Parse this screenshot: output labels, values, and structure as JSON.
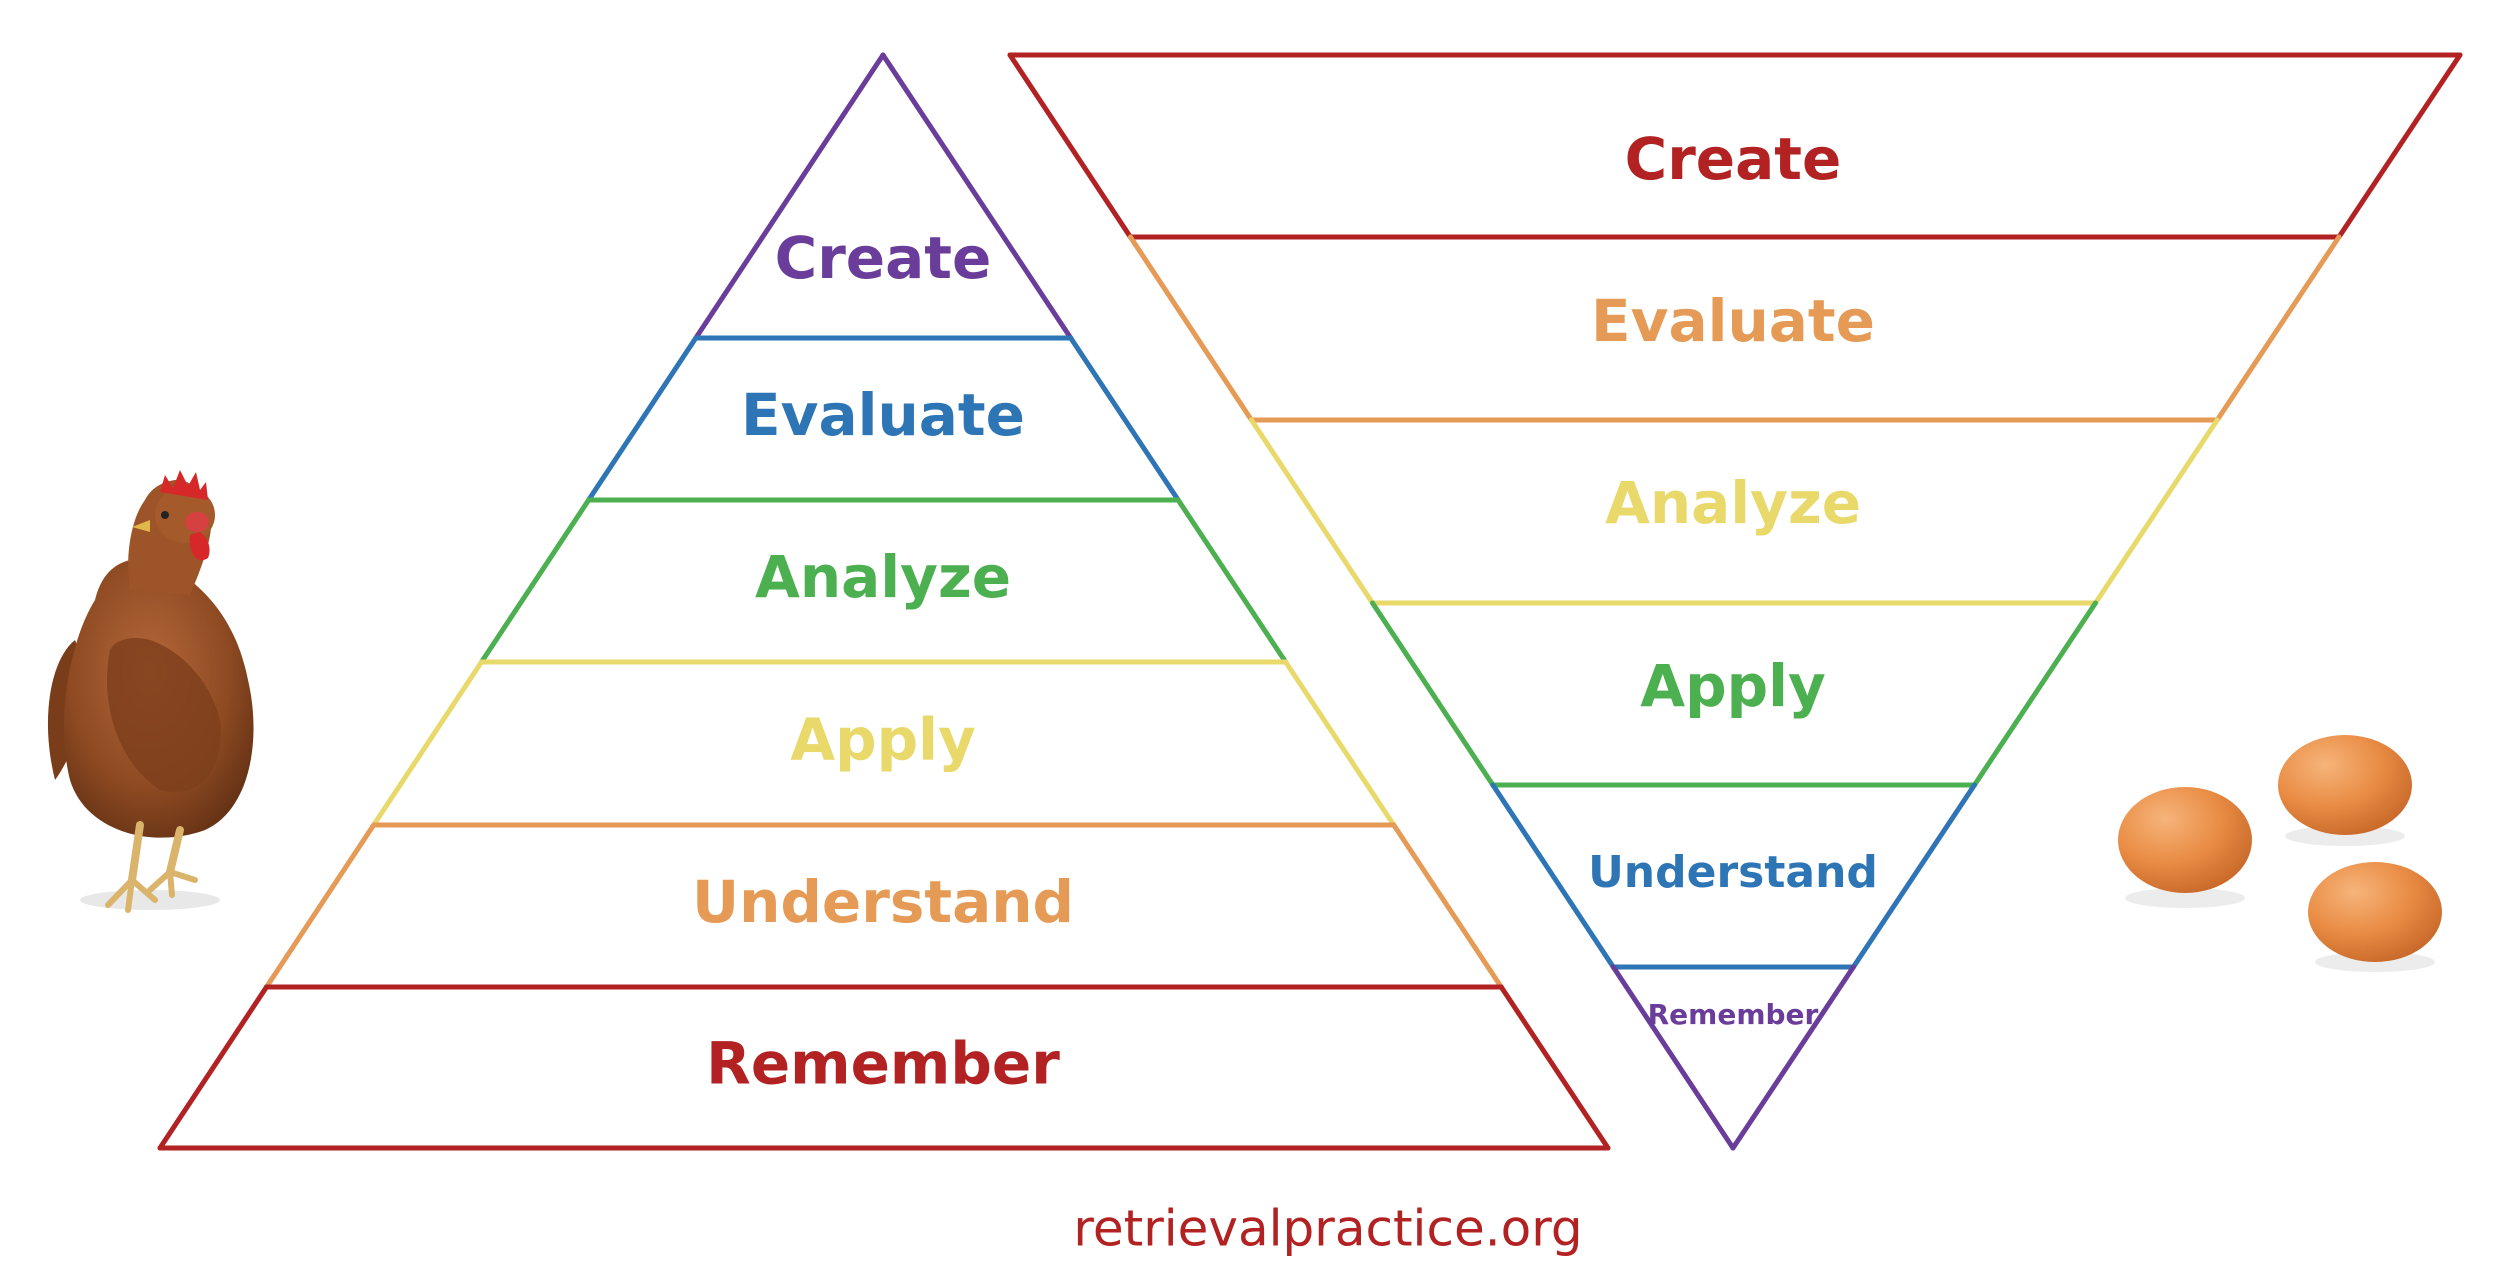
{
  "left_pyramid": {
    "levels": [
      {
        "label": "Create",
        "color": "#6a3d9a"
      },
      {
        "label": "Evaluate",
        "color": "#2e75b6"
      },
      {
        "label": "Analyze",
        "color": "#4caf50"
      },
      {
        "label": "Apply",
        "color": "#e8d96a"
      },
      {
        "label": "Understand",
        "color": "#e59a55"
      },
      {
        "label": "Remember",
        "color": "#b22222"
      }
    ]
  },
  "right_pyramid": {
    "levels": [
      {
        "label": "Create",
        "color": "#b22222"
      },
      {
        "label": "Evaluate",
        "color": "#e59a55"
      },
      {
        "label": "Analyze",
        "color": "#e8d96a"
      },
      {
        "label": "Apply",
        "color": "#4caf50"
      },
      {
        "label": "Understand",
        "color": "#2e75b6"
      },
      {
        "label": "Remember",
        "color": "#6a3d9a"
      }
    ]
  },
  "footer": {
    "text": "retrievalpractice.org",
    "color": "#b22222"
  },
  "illustrations": {
    "left": "chicken",
    "right": "eggs"
  }
}
